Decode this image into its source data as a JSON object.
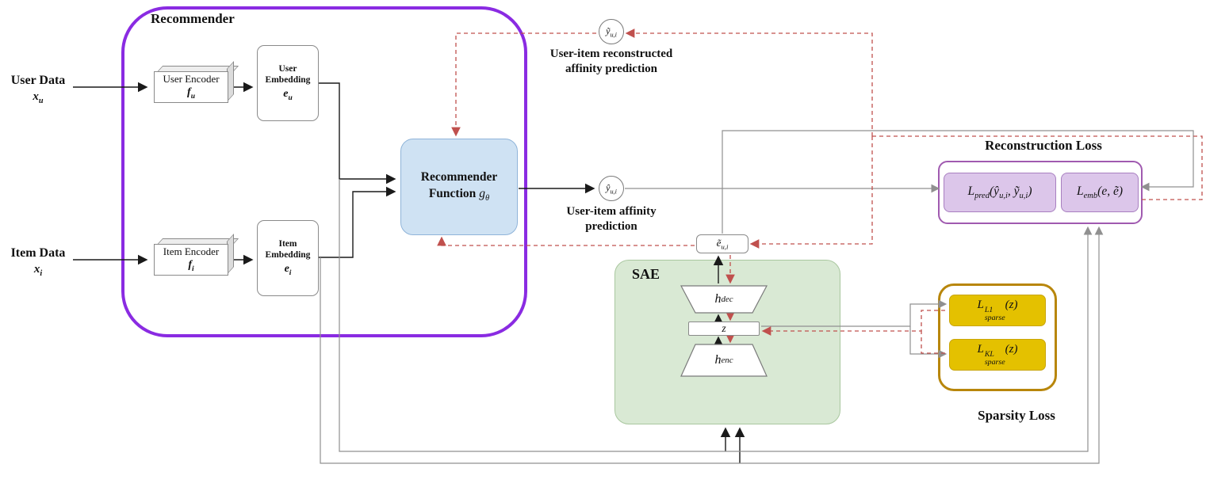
{
  "colors": {
    "recommender_border": "#8A2BE2",
    "function_fill": "#cfe2f3",
    "function_border": "#8fb4d9",
    "sae_fill": "#d9e9d4",
    "sae_border": "#a9c79f",
    "recon_border": "#a05ab0",
    "recon_fill": "#dcc6ea",
    "sparsity_border": "#b8860b",
    "sparsity_fill": "#e4c100",
    "wire_black": "#1a1a1a",
    "wire_gray": "#909090",
    "wire_red": "#c0504d"
  },
  "inputs": {
    "user": {
      "label": "User Data",
      "symbol": [
        {
          "t": "x"
        },
        {
          "sub": "u"
        }
      ]
    },
    "item": {
      "label": "Item Data",
      "symbol": [
        {
          "t": "x"
        },
        {
          "sub": "i"
        }
      ]
    }
  },
  "recommender": {
    "title": "Recommender",
    "user_encoder": {
      "label": "User Encoder",
      "symbol": [
        {
          "t": "f"
        },
        {
          "sub": "u"
        }
      ]
    },
    "user_embedding": {
      "label": "User Embedding",
      "symbol": [
        {
          "t": "e"
        },
        {
          "sub": "u"
        }
      ]
    },
    "item_encoder": {
      "label": "Item Encoder",
      "symbol": [
        {
          "t": "f"
        },
        {
          "sub": "i"
        }
      ]
    },
    "item_embedding": {
      "label": "Item Embedding",
      "symbol": [
        {
          "t": "e"
        },
        {
          "sub": "i"
        }
      ]
    },
    "function": {
      "line1": "Recommender",
      "line2": "Function",
      "symbol": [
        {
          "t": "g"
        },
        {
          "sub": "θ"
        }
      ]
    }
  },
  "predictions": {
    "reconstructed": {
      "symbol": [
        {
          "t": "ỹ"
        },
        {
          "sub": "u,i"
        }
      ],
      "caption": "User-item reconstructed affinity prediction"
    },
    "affinity": {
      "symbol": [
        {
          "t": "ŷ"
        },
        {
          "sub": "u,i"
        }
      ],
      "caption": "User-item affinity prediction"
    }
  },
  "reconstructed_embedding": {
    "symbol": [
      {
        "t": "ẽ"
      },
      {
        "sub": "u,i"
      }
    ]
  },
  "sae": {
    "title": "SAE",
    "decoder": [
      {
        "t": "h"
      },
      {
        "sub": "dec"
      }
    ],
    "latent": [
      {
        "t": "z"
      }
    ],
    "encoder": [
      {
        "t": "h"
      },
      {
        "sub": "enc"
      }
    ]
  },
  "reconstruction_loss": {
    "title": "Reconstruction Loss",
    "pred": [
      {
        "t": "L"
      },
      {
        "sub": "pred"
      },
      {
        "t": "("
      },
      {
        "t": "ŷ"
      },
      {
        "sub": "u,i"
      },
      {
        "t": ", "
      },
      {
        "t": "ỹ"
      },
      {
        "sub": "u,i"
      },
      {
        "t": ")"
      }
    ],
    "emb": [
      {
        "t": "L"
      },
      {
        "sub": "emb"
      },
      {
        "t": "("
      },
      {
        "t": "e"
      },
      {
        "t": ", "
      },
      {
        "t": "ẽ"
      },
      {
        "t": ")"
      }
    ]
  },
  "sparsity_loss": {
    "title": "Sparsity Loss",
    "l1": [
      {
        "t": "L"
      },
      {
        "ss": [
          "L1",
          "sparse"
        ]
      },
      {
        "t": "("
      },
      {
        "t": "z"
      },
      {
        "t": ")"
      }
    ],
    "kl": [
      {
        "t": "L"
      },
      {
        "ss": [
          "KL",
          "sparse"
        ]
      },
      {
        "t": "("
      },
      {
        "t": "z"
      },
      {
        "t": ")"
      }
    ]
  }
}
